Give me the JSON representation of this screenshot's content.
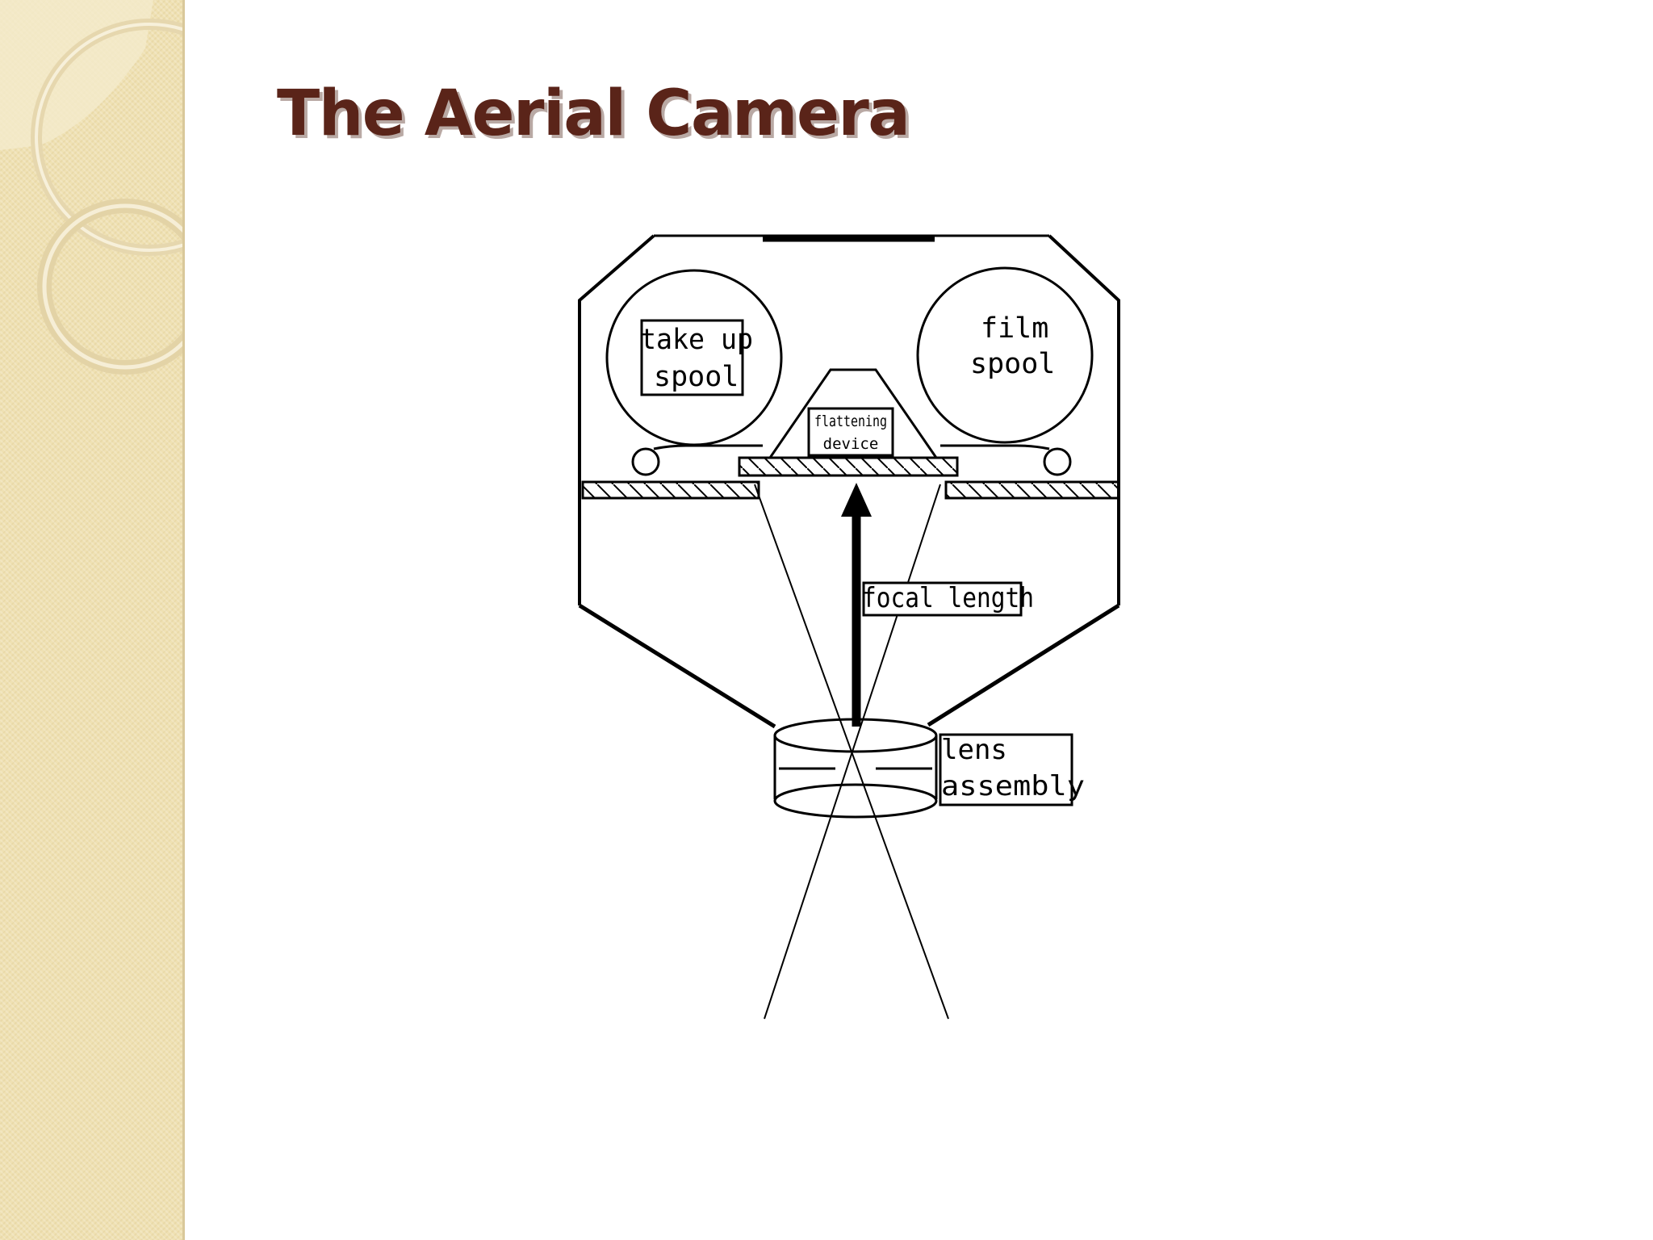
{
  "slide": {
    "title": "The Aerial Camera",
    "colors": {
      "title": "#5a2419",
      "sidebar": "#efe1b3",
      "diagram_ink": "#000000"
    }
  },
  "diagram": {
    "labels": {
      "take_up_spool": [
        "take up",
        "spool"
      ],
      "film_spool": [
        "film",
        "spool"
      ],
      "flattening_device": [
        "flattening",
        "device"
      ],
      "focal_length": "focal length",
      "lens_assembly": [
        "lens",
        "assembly"
      ]
    }
  }
}
